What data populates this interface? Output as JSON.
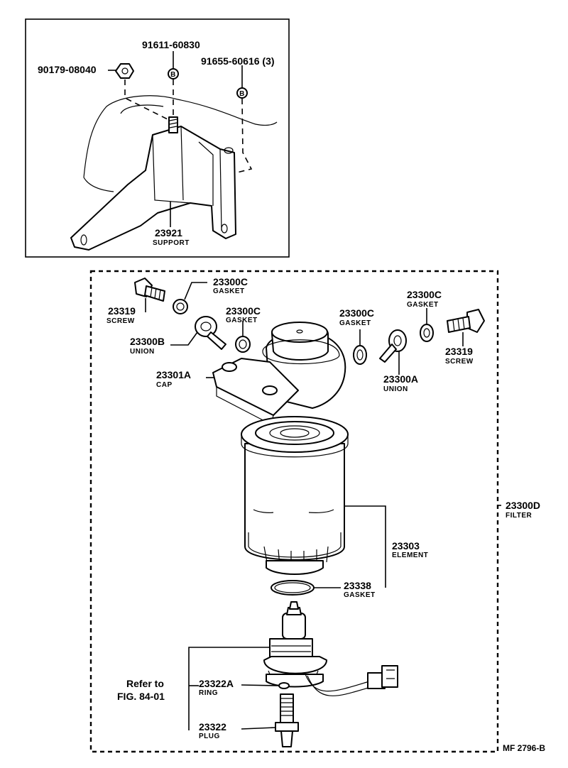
{
  "parts": {
    "p90179": "90179-08040",
    "p91611": "91611-60830",
    "p91655": "91655-60616 (3)",
    "p23921": {
      "number": "23921",
      "name": "SUPPORT"
    },
    "p23319_left": {
      "number": "23319",
      "name": "SCREW"
    },
    "p23300c_1": {
      "number": "23300C",
      "name": "GASKET"
    },
    "p23300c_2": {
      "number": "23300C",
      "name": "GASKET"
    },
    "p23300b": {
      "number": "23300B",
      "name": "UNION"
    },
    "p23300c_3": {
      "number": "23300C",
      "name": "GASKET"
    },
    "p23300c_4": {
      "number": "23300C",
      "name": "GASKET"
    },
    "p23319_right": {
      "number": "23319",
      "name": "SCREW"
    },
    "p23301a": {
      "number": "23301A",
      "name": "CAP"
    },
    "p23300a": {
      "number": "23300A",
      "name": "UNION"
    },
    "p23300d": {
      "number": "23300D",
      "name": "FILTER"
    },
    "p23303": {
      "number": "23303",
      "name": "ELEMENT"
    },
    "p23338": {
      "number": "23338",
      "name": "GASKET"
    },
    "p23322a": {
      "number": "23322A",
      "name": "RING"
    },
    "p23322": {
      "number": "23322",
      "name": "PLUG"
    }
  },
  "marker_letter": "B",
  "reference": {
    "line1": "Refer to",
    "line2": "FIG. 84-01"
  },
  "figure_code": "MF 2796-B"
}
